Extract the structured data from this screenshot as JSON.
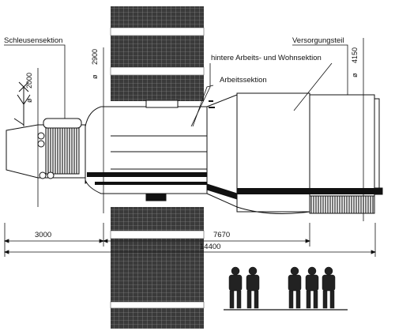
{
  "labels": {
    "airlock": "Schleusensektion",
    "rear_work_living": "hintere Arbeits- und Wohnsektion",
    "work": "Arbeitssektion",
    "supply": "Versorgungsteil"
  },
  "dimensions": {
    "airlock_diameter": "2000",
    "work_diameter": "2900",
    "supply_diameter": "4150",
    "airlock_length": "3000",
    "middle_length": "7670",
    "total_length": "14400",
    "diameter_symbol": "ø"
  },
  "icons": [
    "solar-panel-icon",
    "antenna-icon",
    "cosmonaut-figure-icon"
  ],
  "colors": {
    "ink": "#111111",
    "panel": "#2b2b2b",
    "hatch": "#555555"
  }
}
